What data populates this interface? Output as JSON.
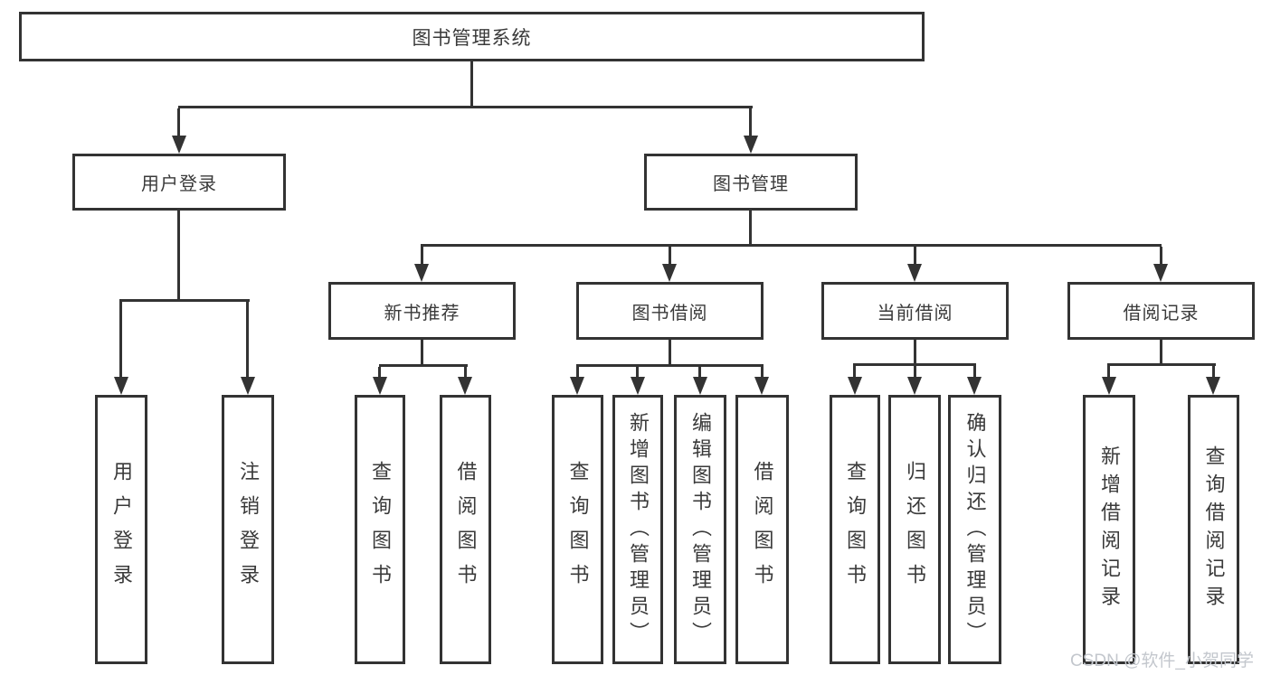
{
  "colors": {
    "line": "#333333",
    "box_bg": "#ffffff",
    "text": "#3a3a3a",
    "watermark": "#c3c7cd"
  },
  "diagram": {
    "root_label": "图书管理系统",
    "level2": [
      {
        "label": "用户登录",
        "leaves": [
          "用户登录",
          "注销登录"
        ]
      },
      {
        "label": "图书管理",
        "groups": [
          {
            "label": "新书推荐",
            "leaves": [
              "查询图书",
              "借阅图书"
            ]
          },
          {
            "label": "图书借阅",
            "leaves": [
              "查询图书",
              "新增图书（管理员）",
              "编辑图书（管理员）",
              "借阅图书"
            ]
          },
          {
            "label": "当前借阅",
            "leaves": [
              "查询图书",
              "归还图书",
              "确认归还（管理员）"
            ]
          },
          {
            "label": "借阅记录",
            "leaves": [
              "新增借阅记录",
              "查询借阅记录"
            ]
          }
        ]
      }
    ]
  },
  "watermark": {
    "text": "CSDN @软件_小贺同学"
  }
}
